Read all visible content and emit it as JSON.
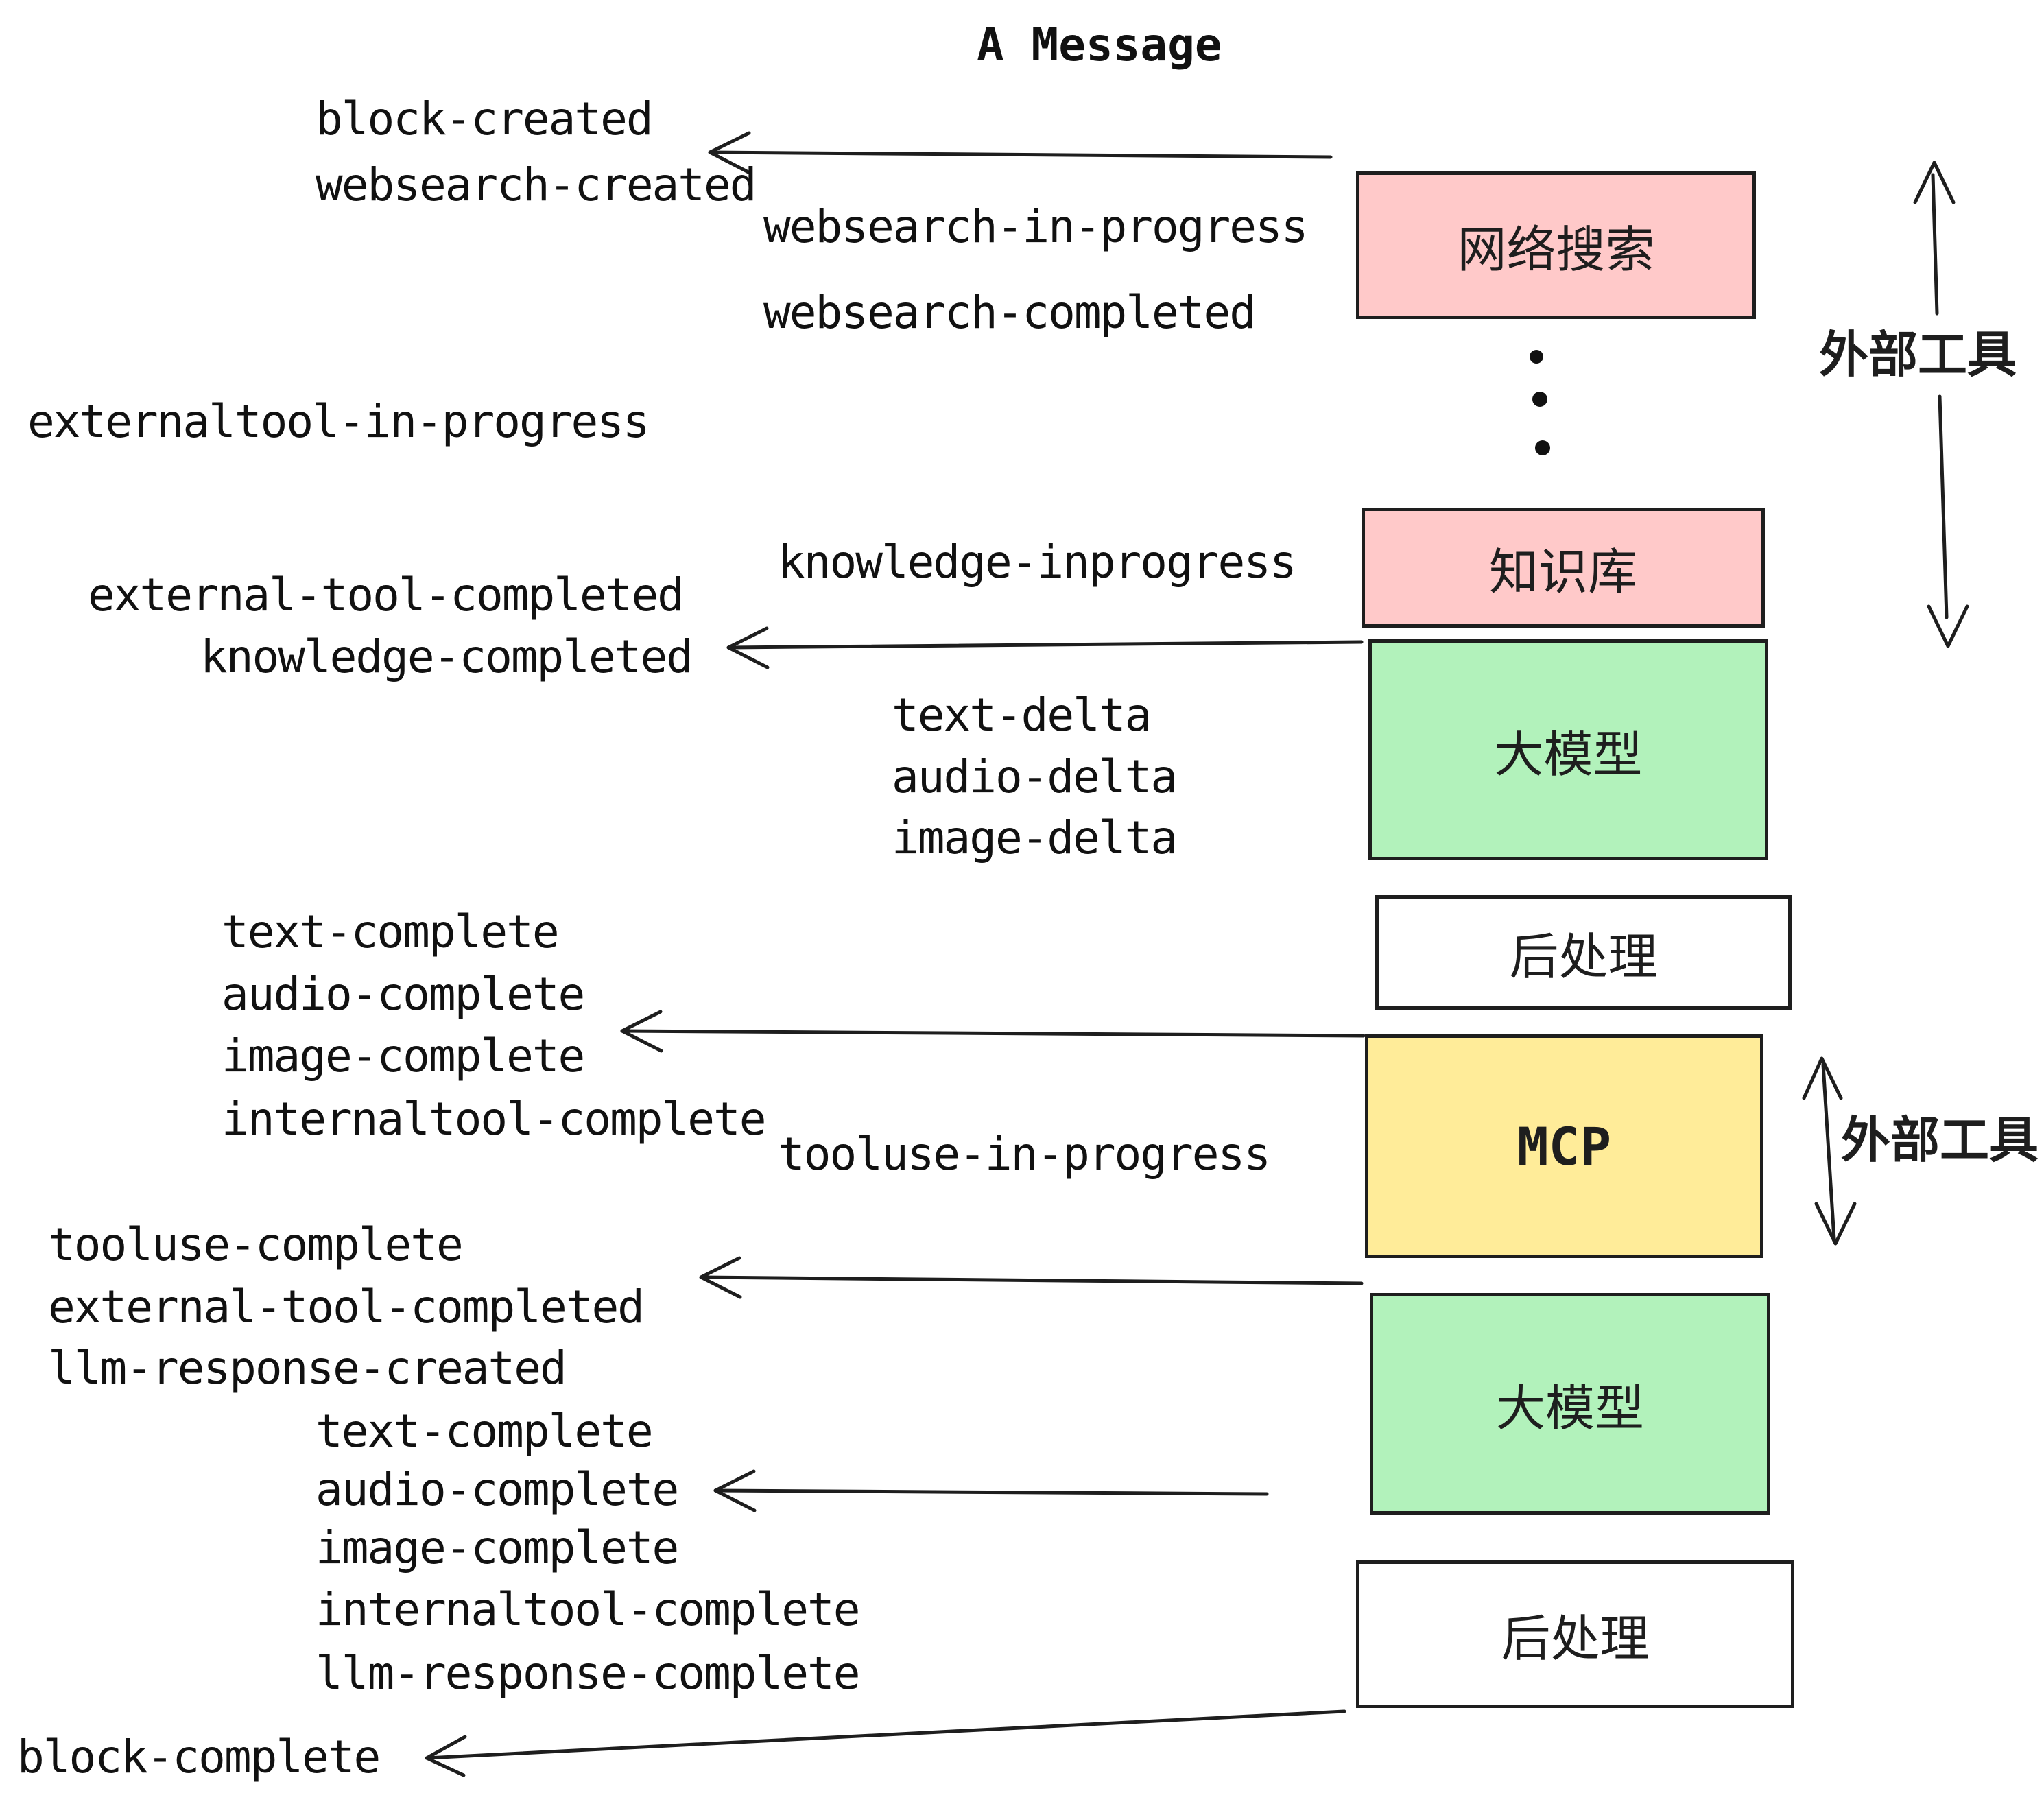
{
  "title": "A Message",
  "colors": {
    "pink": "#ffc9c9",
    "green": "#b2f2bb",
    "yellow": "#ffec99",
    "white": "#ffffff",
    "ink": "#1e1e1e"
  },
  "boxes": [
    {
      "id": "websearch",
      "label": "网络搜索",
      "fill": "#ffc9c9"
    },
    {
      "id": "knowledge",
      "label": "知识库",
      "fill": "#ffc9c9"
    },
    {
      "id": "llm-1",
      "label": "大模型",
      "fill": "#b2f2bb"
    },
    {
      "id": "post-1",
      "label": "后处理",
      "fill": "#ffffff"
    },
    {
      "id": "mcp",
      "label": "MCP",
      "fill": "#ffec99"
    },
    {
      "id": "llm-2",
      "label": "大模型",
      "fill": "#b2f2bb"
    },
    {
      "id": "post-2",
      "label": "后处理",
      "fill": "#ffffff"
    }
  ],
  "annotations": [
    {
      "id": "external-tools-1",
      "text": "外部工具"
    },
    {
      "id": "external-tools-2",
      "text": "外部工具"
    }
  ],
  "events": [
    {
      "text": "block-created"
    },
    {
      "text": "websearch-created"
    },
    {
      "text": "websearch-in-progress"
    },
    {
      "text": "websearch-completed"
    },
    {
      "text": "externaltool-in-progress"
    },
    {
      "text": "knowledge-inprogress"
    },
    {
      "text": "external-tool-completed"
    },
    {
      "text": "knowledge-completed"
    },
    {
      "text": "text-delta"
    },
    {
      "text": "audio-delta"
    },
    {
      "text": "image-delta"
    },
    {
      "text": "text-complete"
    },
    {
      "text": "audio-complete"
    },
    {
      "text": "image-complete"
    },
    {
      "text": "internaltool-complete"
    },
    {
      "text": "tooluse-in-progress"
    },
    {
      "text": "tooluse-complete"
    },
    {
      "text": "external-tool-completed"
    },
    {
      "text": "llm-response-created"
    },
    {
      "text": "text-complete"
    },
    {
      "text": "audio-complete"
    },
    {
      "text": "image-complete"
    },
    {
      "text": "internaltool-complete"
    },
    {
      "text": "llm-response-complete"
    },
    {
      "text": "block-complete"
    }
  ]
}
